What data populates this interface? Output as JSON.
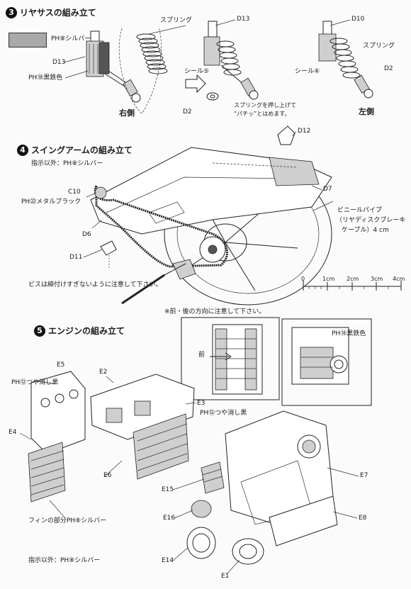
{
  "step3": {
    "number": "3",
    "title": "リヤサスの組み立て",
    "swatch_label": "PH⑧シルバー",
    "labels": {
      "d13_left": "D13",
      "paint_gunmetal": "PH⑱黒鉄色",
      "spring": "スプリング",
      "d13_mid": "D13",
      "seal_mid": "シール⑤",
      "d2_mid": "D2",
      "note_line1": "スプリングを押し上げて",
      "note_line2": "“パチッ”とはめます。",
      "d10": "D10",
      "spring_right": "スプリング",
      "seal_right": "シール④",
      "d2_right": "D2"
    },
    "right_side": "右側",
    "left_side": "左側"
  },
  "step4": {
    "number": "4",
    "title": "スイングアームの組み立て",
    "subtitle": "指示以外：PH⑧シルバー",
    "labels": {
      "d12": "D12",
      "c10": "C10",
      "c10_paint": "PH㉒メタルブラック",
      "d7": "D7",
      "d6": "D6",
      "d11": "D11",
      "vinyl_line1": "ビニールパイプ",
      "vinyl_line2": "（リヤディスクブレーキ",
      "vinyl_line3": "ケーブル）4 cm",
      "caution": "ビスは締付けすぎないように注意して下さい。"
    },
    "ruler": {
      "ticks": [
        "0",
        "1cm",
        "2cm",
        "3cm",
        "4cm"
      ]
    }
  },
  "step5": {
    "number": "5",
    "title": "エンジンの組み立て",
    "caution_top": "※前・後の方向に注意して下さい。",
    "front_label": "前",
    "labels": {
      "e5": "E5",
      "paint_matte": "PH⑫つや消し黒",
      "e2": "E2",
      "e3": "E3",
      "paint_matte2": "PH⑫つや消し黒",
      "e4": "E4",
      "e6": "E6",
      "paint_gunmetal": "PH⑱黒鉄色",
      "e7": "E7",
      "e15": "E15",
      "e16": "E16",
      "e8": "E8",
      "fin_note": "フィンの部分PH⑧シルバー",
      "e14": "E14",
      "e1": "E1",
      "bottom_note": "指示以外：PH⑧シルバー"
    }
  }
}
